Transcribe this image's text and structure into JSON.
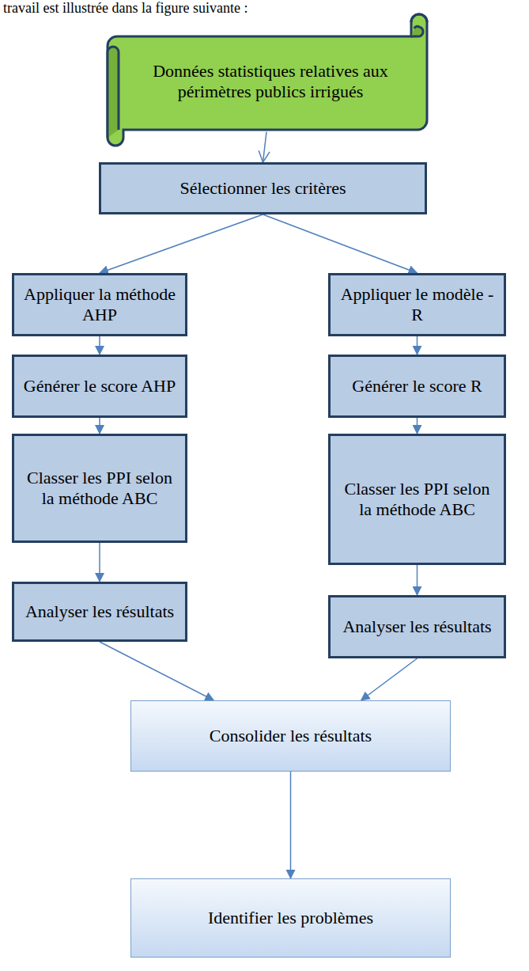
{
  "diagram": {
    "nodes": [
      {
        "text": [
          "Données statistiques relatives aux périmètres publics irrigués"
        ]
      },
      {
        "text": [
          "Sélectionner les critères"
        ]
      },
      {
        "text": [
          "Appliquer la méthode AHP"
        ]
      },
      {
        "text": [
          "Appliquer le modèle - R"
        ]
      },
      {
        "text": [
          "Générer le score AHP"
        ]
      },
      {
        "text": [
          "Générer le score R"
        ]
      },
      {
        "text": [
          "Classer les PPI selon la méthode ABC"
        ]
      },
      {
        "text": [
          "Classer les PPI selon la méthode ABC"
        ]
      },
      {
        "text": [
          "Analyser les résultats"
        ]
      },
      {
        "text": [
          "Analyser les résultats"
        ]
      },
      {
        "text": [
          "Consolider les résultats"
        ]
      },
      {
        "text": [
          "Identifier les problèmes"
        ]
      }
    ],
    "edges": [
      {
        "from": 0,
        "to": 1,
        "arrow": "to"
      },
      {
        "from": 1,
        "to": 2,
        "arrow": "to"
      },
      {
        "from": 1,
        "to": 3,
        "arrow": "to"
      },
      {
        "from": 2,
        "to": 4,
        "arrow": "to"
      },
      {
        "from": 3,
        "to": 5,
        "arrow": "to"
      },
      {
        "from": 4,
        "to": 6,
        "arrow": "to"
      },
      {
        "from": 5,
        "to": 7,
        "arrow": "to"
      },
      {
        "from": 6,
        "to": 8,
        "arrow": "to"
      },
      {
        "from": 7,
        "to": 9,
        "arrow": "to"
      },
      {
        "from": 8,
        "to": 10,
        "arrow": "to"
      },
      {
        "from": 9,
        "to": 10,
        "arrow": "to"
      },
      {
        "from": 10,
        "to": 11,
        "arrow": "to"
      }
    ],
    "labels": [
      "travail est illustrée dans la figure suivante :"
    ]
  }
}
